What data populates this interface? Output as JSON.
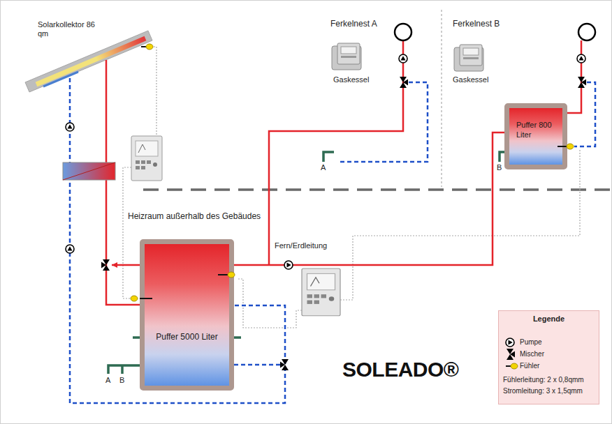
{
  "diagram": {
    "nodes": [
      {
        "text": [
          "Puffer 5000 Liter"
        ]
      },
      {
        "text": [
          "Puffer 800 Liter"
        ]
      }
    ],
    "edges": [
      {
        "from": 0,
        "to": 1,
        "arrow": "none",
        "label": "Fern/Erdleitung"
      }
    ],
    "labels": [
      "Solarkollektor 86 qm",
      "Ferkelnest A",
      "Gaskessel",
      "Ferkelnest B",
      "Gaskessel",
      "A",
      "B",
      "Heizraum außerhalb des Gebäudes",
      "A",
      "B",
      "Legende",
      "SOLEADO®"
    ],
    "legend": [
      {
        "text": "Pumpe"
      },
      {
        "text": "Mischer"
      },
      {
        "text": "Fühler"
      },
      {
        "text": "Fühlerleitung: 2 x 0,8qmm"
      },
      {
        "text": "Stromleitung: 3 x 1,5qmm"
      }
    ]
  }
}
